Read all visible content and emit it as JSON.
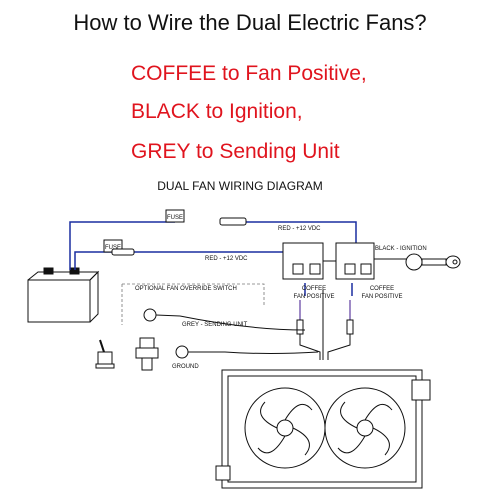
{
  "heading": "How to Wire the  Dual Electric Fans?",
  "instructions": [
    "COFFEE to Fan Positive,",
    "BLACK to Ignition,",
    "GREY to Sending Unit"
  ],
  "diagram": {
    "title": "DUAL FAN WIRING DIAGRAM",
    "labels": {
      "fuse_1": "FUSE",
      "fuse_2": "FUSE",
      "red_top": "RED - +12 VDC",
      "red_mid": "RED - +12 VDC",
      "black_ignition": "BLACK - IGNITION",
      "coffee": "COFFEE",
      "fan_positive": "FAN POSITIVE",
      "override_switch": "OPTIONAL FAN OVERRIDE SWITCH",
      "grey_sending": "GREY - SENDING UNIT",
      "ground": "GROUND"
    },
    "colors": {
      "blue_wire": "#1a2ea0",
      "purple_wire": "#6a4ca8",
      "line": "#111111"
    }
  }
}
